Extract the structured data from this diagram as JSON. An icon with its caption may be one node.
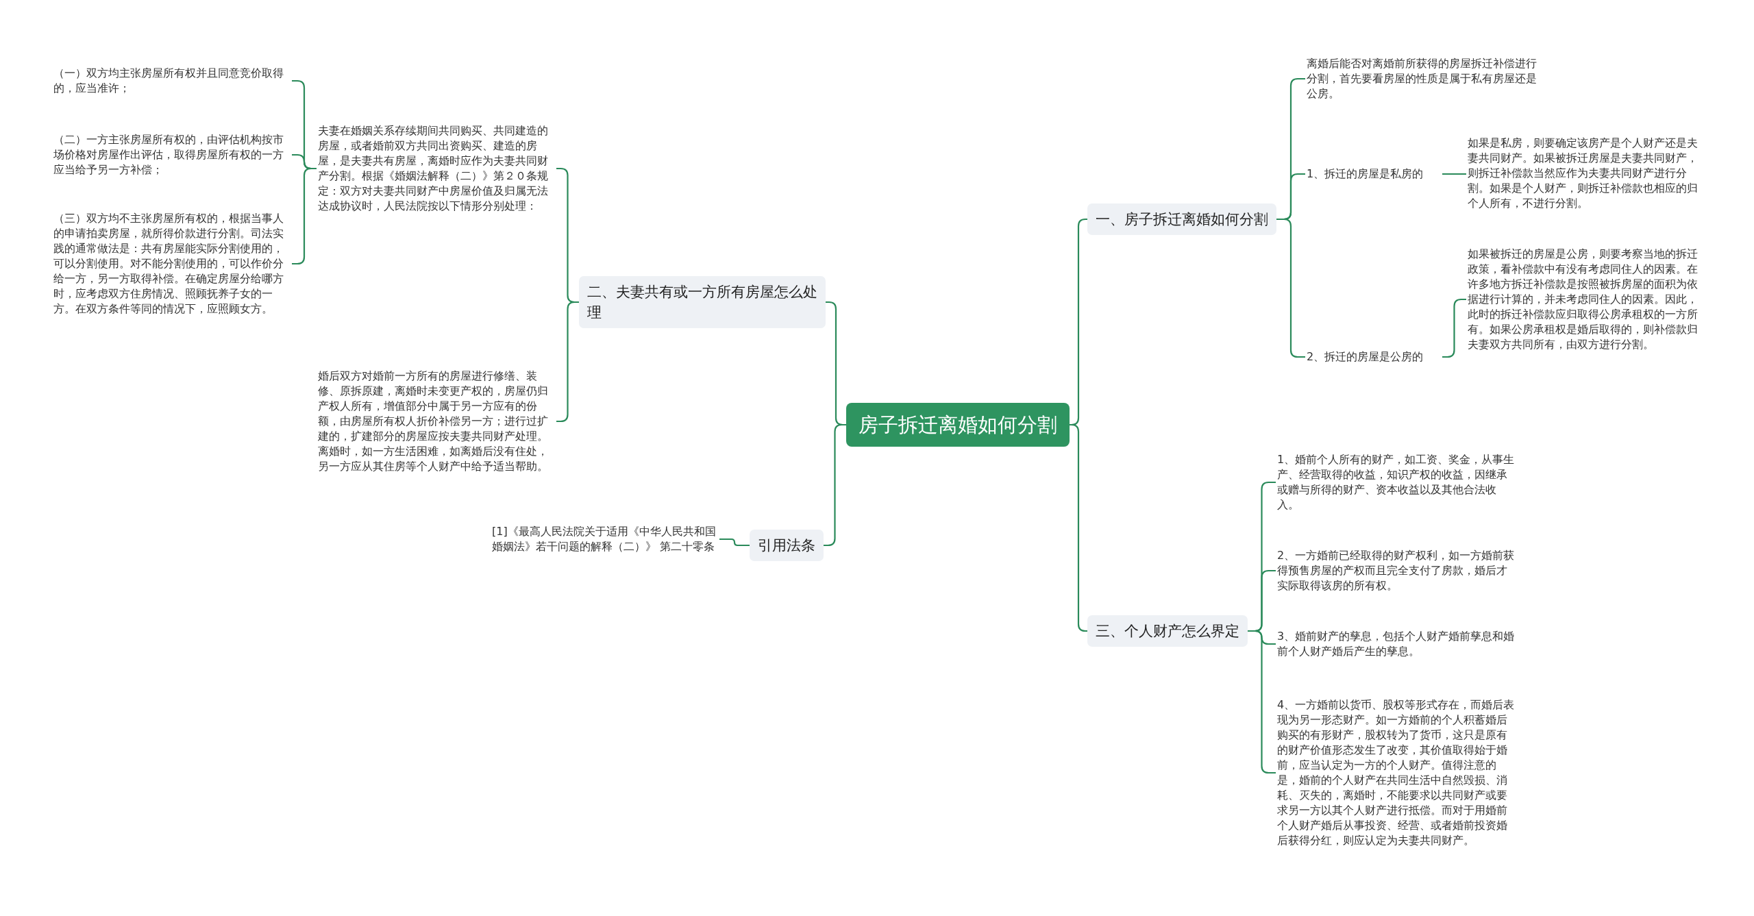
{
  "diagram": {
    "nodes": [
      {
        "text": [
          "房子拆迁离婚如何分割"
        ]
      },
      {
        "text": [
          "一、房子拆迁离婚如何分割"
        ]
      },
      {
        "text": [
          "离婚后能否对离婚前所获得的房屋拆迁补偿进行分割，首先要看房屋的性质是属于私有房屋还是公房。"
        ]
      },
      {
        "text": [
          "1、拆迁的房屋是私房的"
        ]
      },
      {
        "text": [
          "如果是私房，则要确定该房产是个人财产还是夫妻共同财产。如果被拆迁房屋是夫妻共同财产，则拆迁补偿款当然应作为夫妻共同财产进行分割。如果是个人财产，则拆迁补偿款也相应的归个人所有，不进行分割。"
        ]
      },
      {
        "text": [
          "2、拆迁的房屋是公房的"
        ]
      },
      {
        "text": [
          "如果被拆迁的房屋是公房，则要考察当地的拆迁政策，看补偿款中有没有考虑同住人的因素。在许多地方拆迁补偿款是按照被拆房屋的面积为依据进行计算的，并未考虑同住人的因素。因此，此时的拆迁补偿款应归取得公房承租权的一方所有。如果公房承租权是婚后取得的，则补偿款归夫妻双方共同所有，由双方进行分割。"
        ]
      },
      {
        "text": [
          "三、个人财产怎么界定"
        ]
      },
      {
        "text": [
          "1、婚前个人所有的财产，如工资、奖金，从事生产、经营取得的收益，知识产权的收益，因继承或赠与所得的财产、资本收益以及其他合法收入。"
        ]
      },
      {
        "text": [
          "2、一方婚前已经取得的财产权利，如一方婚前获得预售房屋的产权而且完全支付了房款，婚后才实际取得该房的所有权。"
        ]
      },
      {
        "text": [
          "3、婚前财产的孳息，包括个人财产婚前孳息和婚前个人财产婚后产生的孳息。"
        ]
      },
      {
        "text": [
          "4、一方婚前以货币、股权等形式存在，而婚后表现为另一形态财产。如一方婚前的个人积蓄婚后购买的有形财产，股权转为了货币，这只是原有的财产价值形态发生了改变，其价值取得始于婚前，应当认定为一方的个人财产。值得注意的是，婚前的个人财产在共同生活中自然毁损、消耗、灭失的，离婚时，不能要求以共同财产或要求另一方以其个人财产进行抵偿。而对于用婚前个人财产婚后从事投资、经营、或者婚前投资婚后获得分红，则应认定为夫妻共同财产。"
        ]
      },
      {
        "text": [
          "二、夫妻共有或一方所有房屋怎么处理"
        ]
      },
      {
        "text": [
          "夫妻在婚姻关系存续期间共同购买、共同建造的房屋，或者婚前双方共同出资购买、建造的房屋，是夫妻共有房屋，离婚时应作为夫妻共同财产分割。根据《婚姻法解释（二）》第２０条规定：双方对夫妻共同财产中房屋价值及归属无法达成协议时，人民法院按以下情形分别处理："
        ]
      },
      {
        "text": [
          "（一）双方均主张房屋所有权并且同意竞价取得的，应当准许；"
        ]
      },
      {
        "text": [
          "（二）一方主张房屋所有权的，由评估机构按市场价格对房屋作出评估，取得房屋所有权的一方应当给予另一方补偿；"
        ]
      },
      {
        "text": [
          "（三）双方均不主张房屋所有权的，根据当事人的申请拍卖房屋，就所得价款进行分割。司法实践的通常做法是：共有房屋能实际分割使用的，可以分割使用。对不能分割使用的，可以作价分给一方，另一方取得补偿。在确定房屋分给哪方时，应考虑双方住房情况、照顾抚养子女的一方。在双方条件等同的情况下，应照顾女方。"
        ]
      },
      {
        "text": [
          "婚后双方对婚前一方所有的房屋进行修缮、装修、原拆原建，离婚时未变更产权的，房屋仍归产权人所有，增值部分中属于另一方应有的份额，由房屋所有权人折价补偿另一方；进行过扩建的，扩建部分的房屋应按夫妻共同财产处理。离婚时，如一方生活困难，如离婚后没有住处，另一方应从其住房等个人财产中给予适当帮助。"
        ]
      },
      {
        "text": [
          "引用法条"
        ]
      },
      {
        "text": [
          "[1]《最高人民法院关于适用《中华人民共和国婚姻法》若干问题的解释（二）》 第二十零条"
        ]
      }
    ],
    "edges": [
      {
        "from": 0,
        "to": 1,
        "arrow": "none"
      },
      {
        "from": 1,
        "to": 2,
        "arrow": "none"
      },
      {
        "from": 1,
        "to": 3,
        "arrow": "none"
      },
      {
        "from": 3,
        "to": 4,
        "arrow": "none"
      },
      {
        "from": 1,
        "to": 5,
        "arrow": "none"
      },
      {
        "from": 5,
        "to": 6,
        "arrow": "none"
      },
      {
        "from": 0,
        "to": 7,
        "arrow": "none"
      },
      {
        "from": 7,
        "to": 8,
        "arrow": "none"
      },
      {
        "from": 7,
        "to": 9,
        "arrow": "none"
      },
      {
        "from": 7,
        "to": 10,
        "arrow": "none"
      },
      {
        "from": 7,
        "to": 11,
        "arrow": "none"
      },
      {
        "from": 0,
        "to": 12,
        "arrow": "none"
      },
      {
        "from": 12,
        "to": 13,
        "arrow": "none"
      },
      {
        "from": 13,
        "to": 14,
        "arrow": "none"
      },
      {
        "from": 13,
        "to": 15,
        "arrow": "none"
      },
      {
        "from": 13,
        "to": 16,
        "arrow": "none"
      },
      {
        "from": 12,
        "to": 17,
        "arrow": "none"
      },
      {
        "from": 0,
        "to": 18,
        "arrow": "none"
      },
      {
        "from": 18,
        "to": 19,
        "arrow": "none"
      }
    ]
  }
}
